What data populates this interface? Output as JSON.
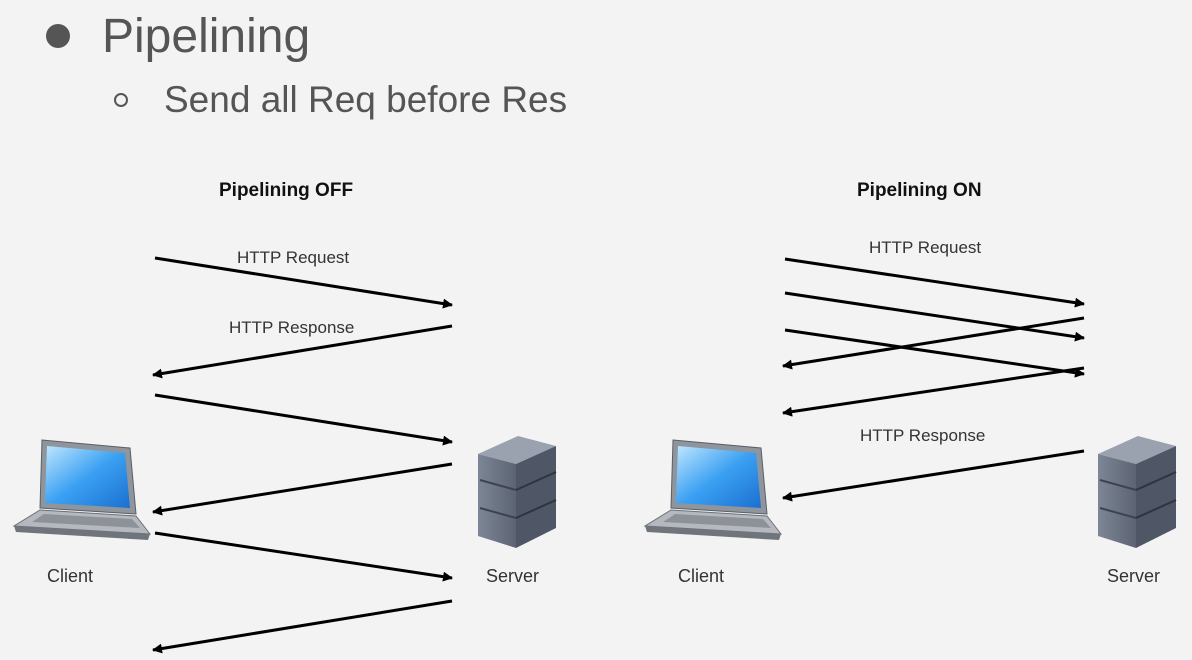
{
  "slide": {
    "heading": "Pipelining",
    "subpoint": "Send all Req before Res"
  },
  "left_panel": {
    "title": "Pipelining OFF",
    "request_label": "HTTP Request",
    "response_label": "HTTP Response",
    "client_label": "Client",
    "server_label": "Server"
  },
  "right_panel": {
    "title": "Pipelining ON",
    "request_label": "HTTP Request",
    "response_label": "HTTP Response",
    "client_label": "Client",
    "server_label": "Server"
  },
  "icons": {
    "client": "laptop-icon",
    "server": "server-icon"
  },
  "colors": {
    "background": "#f3f3f3",
    "text": "#555555",
    "arrow": "#000000",
    "screen": "#3aa0f2",
    "server_body": "#6f7888"
  }
}
